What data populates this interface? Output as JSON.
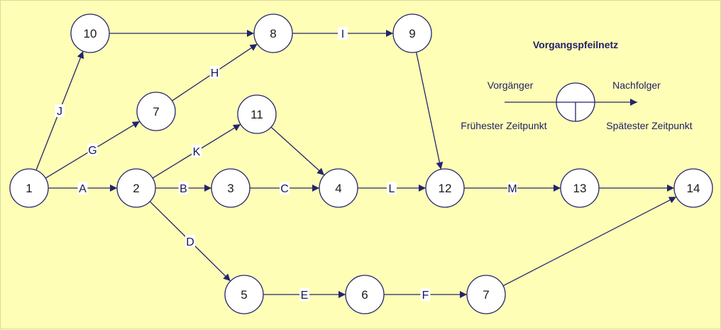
{
  "diagram": {
    "nodes": [
      {
        "id": "n1",
        "label": "1"
      },
      {
        "id": "n10",
        "label": "10"
      },
      {
        "id": "n8",
        "label": "8"
      },
      {
        "id": "n9",
        "label": "9"
      },
      {
        "id": "n7a",
        "label": "7"
      },
      {
        "id": "n11",
        "label": "11"
      },
      {
        "id": "n2",
        "label": "2"
      },
      {
        "id": "n3",
        "label": "3"
      },
      {
        "id": "n4",
        "label": "4"
      },
      {
        "id": "n12",
        "label": "12"
      },
      {
        "id": "n13",
        "label": "13"
      },
      {
        "id": "n14",
        "label": "14"
      },
      {
        "id": "n5",
        "label": "5"
      },
      {
        "id": "n6",
        "label": "6"
      },
      {
        "id": "n7b",
        "label": "7"
      }
    ],
    "edges": [
      {
        "from": "n1",
        "to": "n10",
        "label": "J"
      },
      {
        "from": "n10",
        "to": "n8",
        "label": ""
      },
      {
        "from": "n8",
        "to": "n9",
        "label": "I"
      },
      {
        "from": "n1",
        "to": "n7a",
        "label": "G"
      },
      {
        "from": "n7a",
        "to": "n8",
        "label": "H"
      },
      {
        "from": "n1",
        "to": "n2",
        "label": "A"
      },
      {
        "from": "n2",
        "to": "n11",
        "label": "K"
      },
      {
        "from": "n11",
        "to": "n4",
        "label": ""
      },
      {
        "from": "n2",
        "to": "n3",
        "label": "B"
      },
      {
        "from": "n3",
        "to": "n4",
        "label": "C"
      },
      {
        "from": "n4",
        "to": "n12",
        "label": "L"
      },
      {
        "from": "n9",
        "to": "n12",
        "label": ""
      },
      {
        "from": "n12",
        "to": "n13",
        "label": "M"
      },
      {
        "from": "n13",
        "to": "n14",
        "label": ""
      },
      {
        "from": "n2",
        "to": "n5",
        "label": "D"
      },
      {
        "from": "n5",
        "to": "n6",
        "label": "E"
      },
      {
        "from": "n6",
        "to": "n7b",
        "label": "F"
      },
      {
        "from": "n7b",
        "to": "n14",
        "label": ""
      }
    ]
  },
  "legend": {
    "title": "Vorgangspfeilnetz",
    "predecessor": "Vorgänger",
    "successor": "Nachfolger",
    "earliest": "Frühester Zeitpunkt",
    "latest": "Spätester Zeitpunkt"
  },
  "colors": {
    "background": "#fefeb6",
    "stroke": "#24246e",
    "node_fill": "#ffffff"
  }
}
